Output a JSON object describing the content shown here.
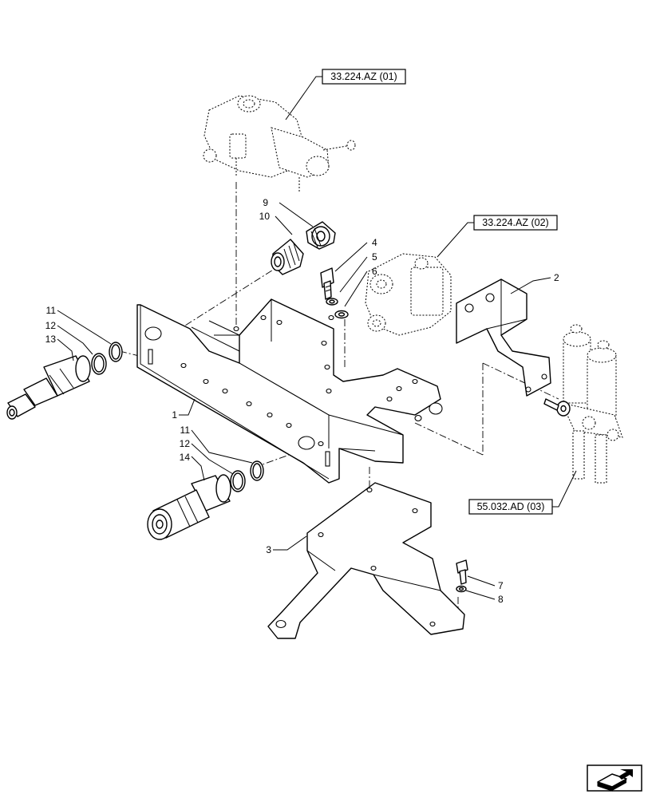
{
  "references": {
    "ref1": "33.224.AZ (01)",
    "ref2": "33.224.AZ (02)",
    "ref3": "55.032.AD (03)"
  },
  "callouts": {
    "c1": "1",
    "c2": "2",
    "c3": "3",
    "c4": "4",
    "c5": "5",
    "c6": "6",
    "c7": "7",
    "c8": "8",
    "c9": "9",
    "c10": "10",
    "c11a": "11",
    "c12a": "12",
    "c13": "13",
    "c11b": "11",
    "c12b": "12",
    "c14": "14"
  },
  "icons": {
    "nav": "next-page-arrow-icon"
  }
}
